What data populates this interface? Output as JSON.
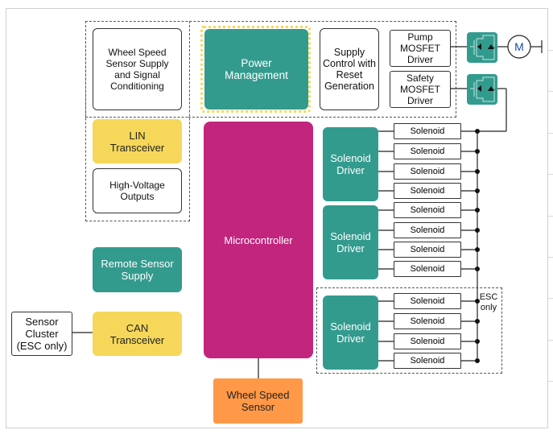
{
  "diagram": {
    "blocks": {
      "wheel_speed_supply": "Wheel Speed Sensor Supply and Signal Conditioning",
      "power_management": "Power Management",
      "supply_control": "Supply Control with Reset Generation",
      "pump_mosfet_driver": "Pump MOSFET Driver",
      "safety_mosfet_driver": "Safety MOSFET Driver",
      "lin_transceiver": "LIN Transceiver",
      "high_voltage_outputs": "High-Voltage Outputs",
      "microcontroller": "Microcontroller",
      "remote_sensor_supply": "Remote Sensor Supply",
      "can_transceiver": "CAN Transceiver",
      "sensor_cluster": "Sensor Cluster (ESC only)",
      "wheel_speed_sensor": "Wheel Speed Sensor",
      "motor_label": "M"
    },
    "solenoid_drivers": [
      {
        "label": "Solenoid Driver",
        "solenoids": [
          "Solenoid",
          "Solenoid",
          "Solenoid",
          "Solenoid"
        ]
      },
      {
        "label": "Solenoid Driver",
        "solenoids": [
          "Solenoid",
          "Solenoid",
          "Solenoid",
          "Solenoid"
        ]
      },
      {
        "label": "Solenoid Driver",
        "solenoids": [
          "Solenoid",
          "Solenoid",
          "Solenoid",
          "Solenoid"
        ]
      }
    ],
    "esc_only_label": "ESC only",
    "colors": {
      "teal": "#339b8e",
      "yellow": "#f6d75a",
      "magenta": "#c2257e",
      "orange": "#ff9947"
    }
  }
}
